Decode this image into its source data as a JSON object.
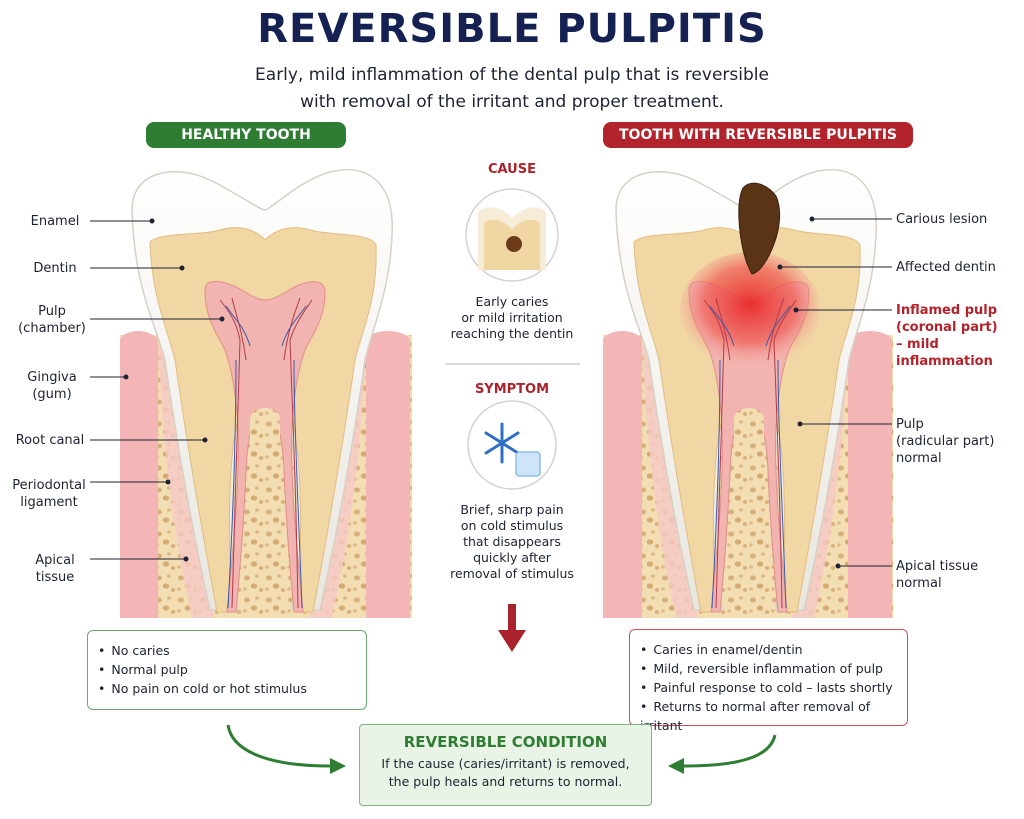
{
  "header": {
    "title": "REVERSIBLE PULPITIS",
    "subtitle_line1": "Early, mild inflammation of the dental pulp that is reversible",
    "subtitle_line2": "with removal of the irritant and proper treatment."
  },
  "left_panel": {
    "heading": "HEALTHY TOOTH",
    "labels": {
      "enamel": "Enamel",
      "dentin": "Dentin",
      "pulp_1": "Pulp",
      "pulp_2": "(chamber)",
      "gingiva_1": "Gingiva",
      "gingiva_2": "(gum)",
      "root_canal": "Root canal",
      "perio_1": "Periodontal",
      "perio_2": "ligament",
      "apical_1": "Apical",
      "apical_2": "tissue"
    },
    "bullets": [
      "No caries",
      "Normal pulp",
      "No pain on cold or hot stimulus"
    ]
  },
  "right_panel": {
    "heading": "TOOTH WITH REVERSIBLE PULPITIS",
    "labels": {
      "carious": "Carious lesion",
      "affected": "Affected dentin",
      "inflamed_1": "Inflamed pulp",
      "inflamed_2": "(coronal part)",
      "inflamed_3": "– mild",
      "inflamed_4": "inflammation",
      "pulp_1": "Pulp",
      "pulp_2": "(radicular part)",
      "pulp_3": "normal",
      "apical_1": "Apical tissue",
      "apical_2": "normal"
    },
    "bullets": [
      "Caries in enamel/dentin",
      "Mild, reversible inflammation of pulp",
      "Painful response to cold – lasts shortly",
      "Returns to normal after removal of irritant"
    ]
  },
  "center": {
    "cause_heading": "CAUSE",
    "cause_lines": [
      "Early caries",
      "or mild irritation",
      "reaching the dentin"
    ],
    "symptom_heading": "SYMPTOM",
    "symptom_lines": [
      "Brief, sharp pain",
      "on cold stimulus",
      "that disappears",
      "quickly after",
      "removal of stimulus"
    ]
  },
  "conclusion": {
    "heading": "REVERSIBLE CONDITION",
    "line1": "If the cause (caries/irritant) is removed,",
    "line2": "the pulp heals and returns to normal."
  },
  "colors": {
    "title": "#142152",
    "healthy_green": "#2f7d32",
    "pulpitis_red": "#b3232b",
    "dentin": "#f1d7a4",
    "enamel": "#f7f6f3",
    "pulp": "#f2b4b0",
    "gingiva": "#f4b5b7",
    "bone": "#f3ddb2"
  },
  "icons": [
    "caries-icon",
    "snowflake-icon",
    "ice-cube-icon",
    "down-arrow-icon",
    "curved-arrow-icon"
  ]
}
